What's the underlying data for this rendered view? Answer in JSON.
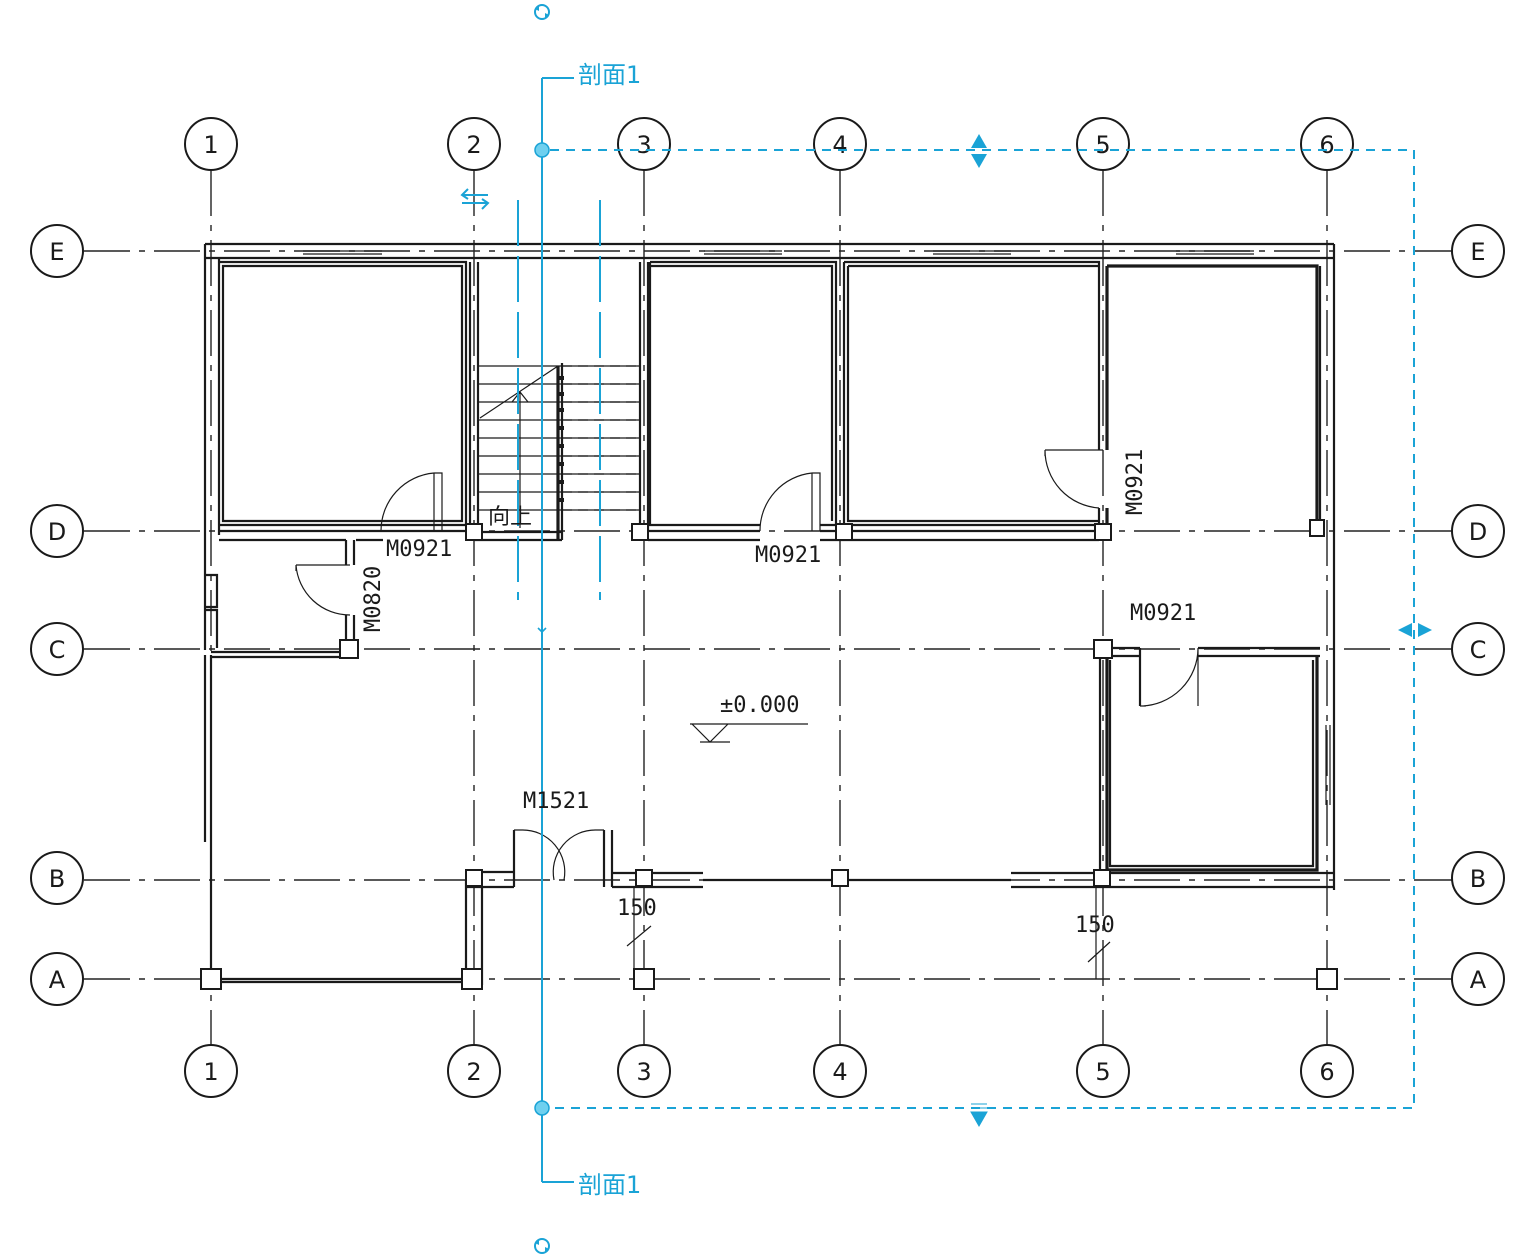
{
  "colors": {
    "section_line": "#1aa3d6",
    "drawing_ink": "#1a1a1a"
  },
  "grid": {
    "columns": [
      "1",
      "2",
      "3",
      "4",
      "5",
      "6"
    ],
    "rows": [
      "E",
      "D",
      "C",
      "B",
      "A"
    ]
  },
  "section": {
    "label_top": "剖面1",
    "label_bottom": "剖面1"
  },
  "doors": {
    "d1": "M0921",
    "d2": "M0921",
    "d3": "M0921",
    "d4": "M0921",
    "d5": "M0820",
    "entrance": "M1521"
  },
  "stair": {
    "label": "向上"
  },
  "elevation": {
    "label": "±0.000"
  },
  "dims": {
    "a": "150",
    "b": "150"
  },
  "icons": [
    "rotate-icon",
    "flip-arrows-icon",
    "resize-arrows-icon"
  ]
}
